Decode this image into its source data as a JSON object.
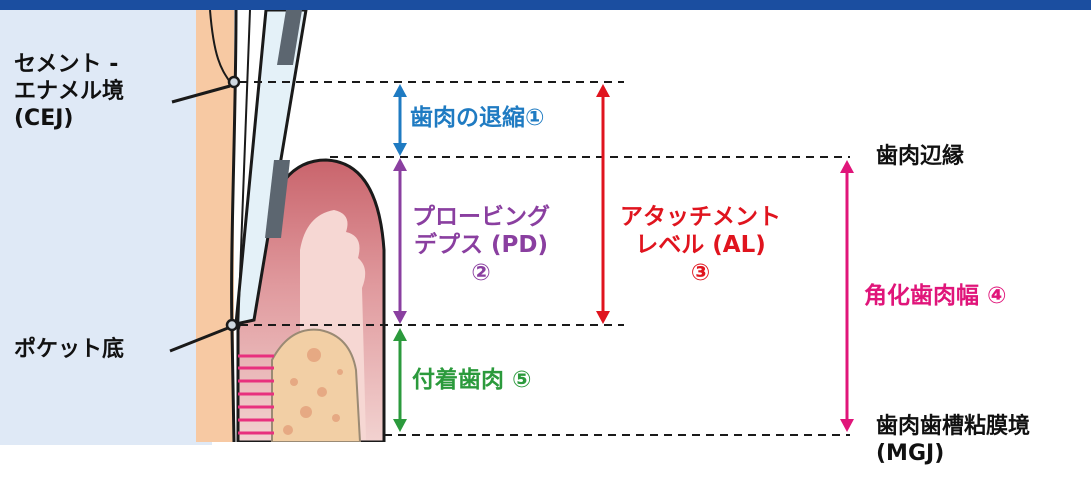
{
  "labels": {
    "cej_line1": "セメント -",
    "cej_line2": "エナメル境",
    "cej_line3": "(CEJ)",
    "pocket_bottom": "ポケット底",
    "gingival_margin": "歯肉辺縁",
    "mgj_line1": "歯肉歯槽粘膜境",
    "mgj_line2": "(MGJ)",
    "recession": "歯肉の退縮①",
    "pd_line1": "プロービング",
    "pd_line2": "デプス (PD)",
    "pd_num": "②",
    "al_line1": "アタッチメント",
    "al_line2": "レベル (AL)",
    "al_num": "③",
    "keratinized": "角化歯肉幅 ④",
    "attached": "付着歯肉 ⑤"
  },
  "colors": {
    "recession": "#1f7bc2",
    "probing_depth": "#8a3fa0",
    "attachment_level": "#e0141e",
    "attached_gingiva": "#2b9a3c",
    "keratinized_gingiva": "#e0157a",
    "band": "#1b4ea0",
    "background": "#dfe9f6"
  }
}
